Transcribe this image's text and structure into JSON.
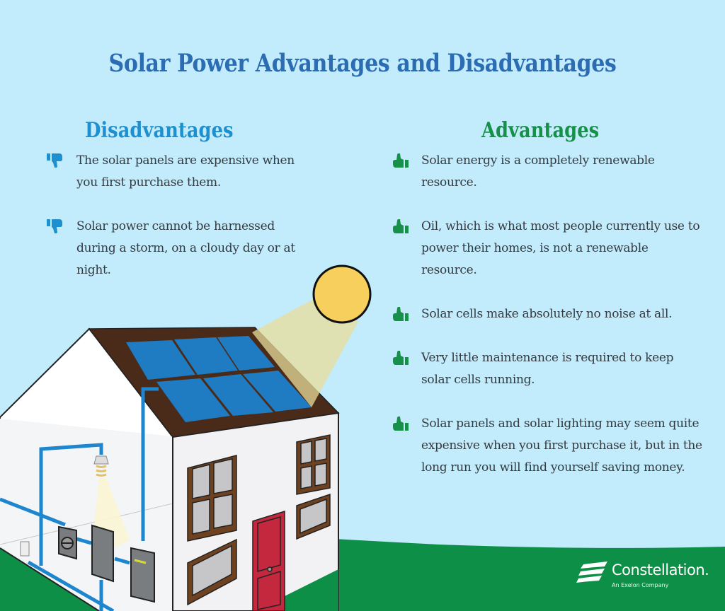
{
  "title": "Solar Power Advantages and Disadvantages",
  "colors": {
    "sky": "#c2ebfc",
    "title": "#2b6cb3",
    "disadvantage_accent": "#1e90cf",
    "advantage_accent": "#17904a",
    "grass": "#0e8f47",
    "roof": "#4a2b19",
    "panel": "#1f7bc2",
    "sun": "#f6cf5c",
    "door": "#c4283e",
    "window_frame": "#6e4120",
    "body_text": "#333a40"
  },
  "disadvantages": {
    "heading": "Disadvantages",
    "icon": "thumbs-down-icon",
    "items": [
      {
        "text": "The solar panels are expensive when you first purchase them."
      },
      {
        "text": "Solar power cannot be harnessed during a storm, on a cloudy day or at night."
      }
    ]
  },
  "advantages": {
    "heading": "Advantages",
    "icon": "thumbs-up-icon",
    "items": [
      {
        "text": "Solar energy is a completely renewable resource."
      },
      {
        "text": "Oil, which is what most people currently use to power their homes, is not a renewable resource."
      },
      {
        "text": "Solar cells make absolutely no noise at all."
      },
      {
        "text": "Very little maintenance is required to keep solar cells running."
      },
      {
        "text": "Solar panels and solar lighting may seem quite expensive when you first purchase it, but in the long run you will find yourself saving money."
      }
    ]
  },
  "illustration": {
    "subject": "house-with-rooftop-solar-panels",
    "solar_panel_count": 6,
    "elements": [
      "sun",
      "sun-beam",
      "roof",
      "solar-panels",
      "wiring",
      "light-bulb",
      "electric-meter",
      "breaker-panel",
      "inverter",
      "outlet",
      "windows",
      "front-door",
      "grass"
    ]
  },
  "brand": {
    "name": "Constellation.",
    "tagline": "An Exelon Company"
  }
}
